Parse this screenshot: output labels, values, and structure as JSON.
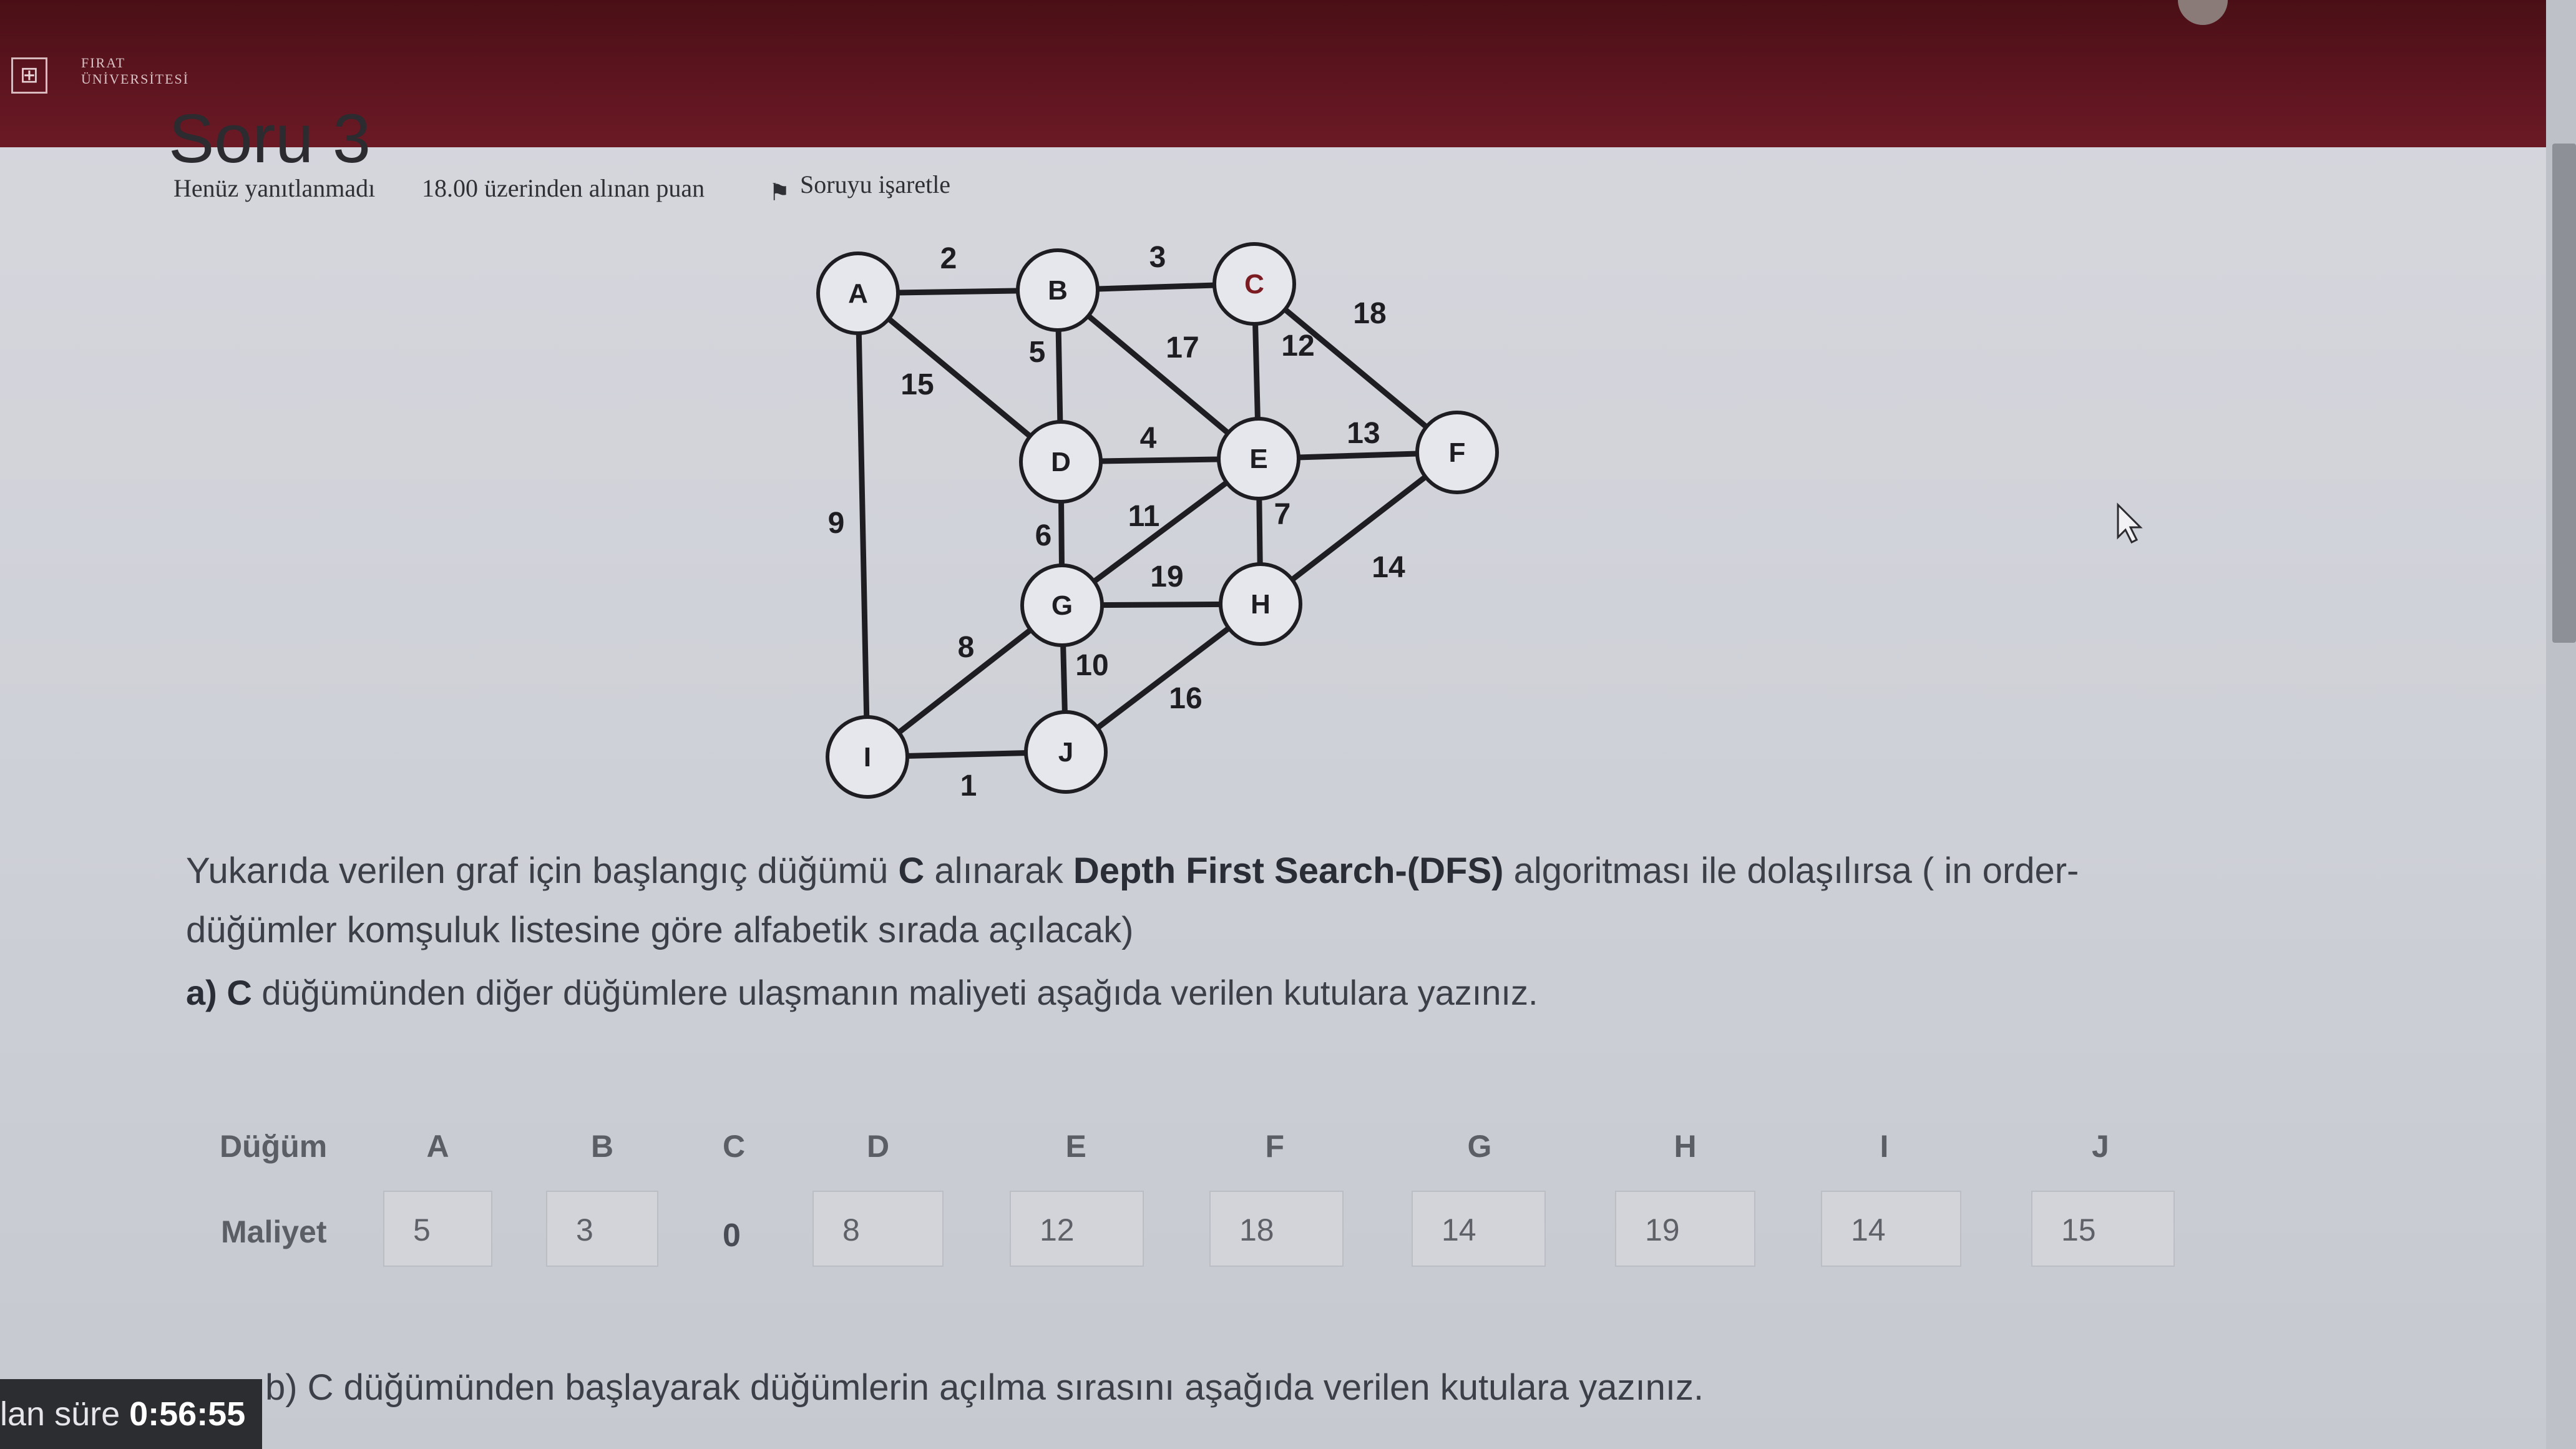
{
  "header": {
    "logo_text_line1": "FIRAT",
    "logo_text_line2": "ÜNİVERSİTESİ",
    "logo_icon": "university-logo-icon"
  },
  "question": {
    "title": "Soru 3",
    "status": "Henüz yanıtlanmadı",
    "points": "18.00 üzerinden alınan puan",
    "flag_label": "Soruyu işaretle",
    "text_1": "Yukarıda verilen graf için başlangıç düğümü ",
    "text_bold_1": "C",
    "text_2": " alınarak ",
    "text_bold_2": "Depth First Search-(DFS)",
    "text_3": " algoritması ile dolaşılırsa ( in order- düğümler komşuluk listesine göre alfabetik sırada açılacak)",
    "part_a_bold": "a) C",
    "part_a_text": " düğümünden diğer düğümlere ulaşmanın maliyeti aşağıda verilen kutulara yazınız.",
    "part_b_text": "b) C düğümünden  başlayarak düğümlerin açılma sırasını aşağıda verilen kutulara yazınız."
  },
  "graph": {
    "nodes": [
      "A",
      "B",
      "C",
      "D",
      "E",
      "F",
      "G",
      "H",
      "I",
      "J"
    ],
    "edges": [
      {
        "from": "A",
        "to": "B",
        "weight": "2"
      },
      {
        "from": "B",
        "to": "C",
        "weight": "3"
      },
      {
        "from": "C",
        "to": "F",
        "weight": "18"
      },
      {
        "from": "A",
        "to": "D",
        "weight": "15"
      },
      {
        "from": "B",
        "to": "D",
        "weight": "5"
      },
      {
        "from": "B",
        "to": "E",
        "weight": "17"
      },
      {
        "from": "C",
        "to": "E",
        "weight": "12"
      },
      {
        "from": "D",
        "to": "E",
        "weight": "4"
      },
      {
        "from": "E",
        "to": "F",
        "weight": "13"
      },
      {
        "from": "A",
        "to": "I",
        "weight": "9"
      },
      {
        "from": "D",
        "to": "G",
        "weight": "6"
      },
      {
        "from": "G",
        "to": "E",
        "weight": "11"
      },
      {
        "from": "E",
        "to": "H",
        "weight": "7"
      },
      {
        "from": "G",
        "to": "H",
        "weight": "19"
      },
      {
        "from": "H",
        "to": "F",
        "weight": "14"
      },
      {
        "from": "I",
        "to": "G",
        "weight": "8"
      },
      {
        "from": "G",
        "to": "J",
        "weight": "10"
      },
      {
        "from": "J",
        "to": "H",
        "weight": "16"
      },
      {
        "from": "I",
        "to": "J",
        "weight": "1"
      }
    ]
  },
  "table": {
    "row1_label": "Düğüm",
    "row2_label": "Maliyet",
    "columns": [
      {
        "node": "A",
        "value": "5"
      },
      {
        "node": "B",
        "value": "3"
      },
      {
        "node": "C",
        "value": "0"
      },
      {
        "node": "D",
        "value": "8"
      },
      {
        "node": "E",
        "value": "12"
      },
      {
        "node": "F",
        "value": "18"
      },
      {
        "node": "G",
        "value": "14"
      },
      {
        "node": "H",
        "value": "19"
      },
      {
        "node": "I",
        "value": "14"
      },
      {
        "node": "J",
        "value": "15"
      }
    ]
  },
  "timer": {
    "label": "lan süre ",
    "value": "0:56:55"
  }
}
